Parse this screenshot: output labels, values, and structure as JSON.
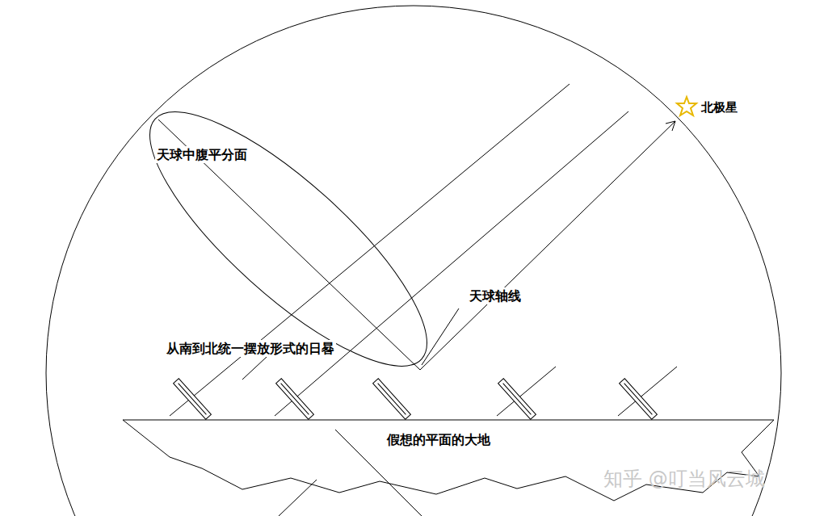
{
  "diagram": {
    "labels": [
      "北极星",
      "天球中腹平分面",
      "天球轴线",
      "从南到北统一摆放形式的日晷",
      "假想的平面的大地",
      "知乎 @叮当风云城"
    ]
  }
}
